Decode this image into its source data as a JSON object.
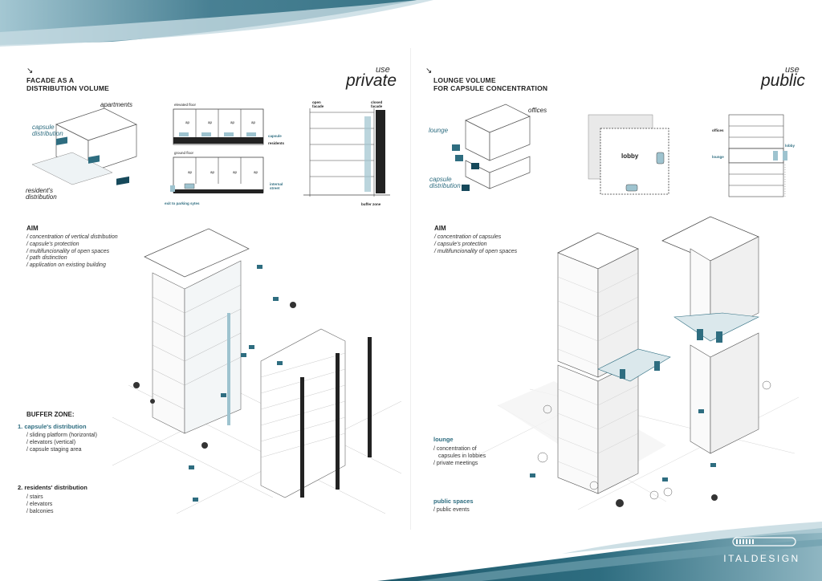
{
  "colors": {
    "teal": "#2e6d80",
    "dark_teal": "#16495b",
    "light_teal": "#9ec3cf",
    "gray": "#666666"
  },
  "left": {
    "section_title_line1": "FACADE AS A",
    "section_title_line2": "DISTRIBUTION VOLUME",
    "use_label": "use",
    "use_value": "private",
    "labels": {
      "apartments": "apartments",
      "capsule_distribution_1": "capsule",
      "capsule_distribution_2": "distribution",
      "residents_distribution_1": "resident's",
      "residents_distribution_2": "distribution"
    },
    "plan": {
      "elevated_floor": "elevated floor",
      "ground_floor": "ground floor",
      "ap": "ap",
      "capsule": "capsule",
      "residents": "residents",
      "internal_street_1": "internal",
      "internal_street_2": "street",
      "exit_parking": "exit to parking sytes"
    },
    "section": {
      "open_facade_1": "open",
      "open_facade_2": "facade",
      "closed_facade_1": "closed",
      "closed_facade_2": "facade",
      "buffer_zone": "buffer zone"
    },
    "aim_title": "AIM",
    "aim_items": [
      "/  concentration of vertical distribution",
      "/  capsule's protection",
      "/  multifuncionality of open spaces",
      "/  path distinction",
      "/  application on existing building"
    ],
    "buffer_zone_title": "BUFFER ZONE:",
    "capsules_title": "1. capsule's distribution",
    "capsules_items": [
      "/ sliding platform (horizontal)",
      "/ elevators (vertical)",
      "/ capsule staging area"
    ],
    "residents_title": "2. residents' distribution",
    "residents_items": [
      "/ stairs",
      "/ elevators",
      "/ balconies"
    ]
  },
  "right": {
    "section_title_line1": "LOUNGE VOLUME",
    "section_title_line2": "FOR CAPSULE CONCENTRATION",
    "use_label": "use",
    "use_value": "public",
    "labels": {
      "offices": "offices",
      "lounge": "lounge",
      "capsule_distribution_1": "capsule",
      "capsule_distribution_2": "distribution"
    },
    "plan": {
      "lobby": "lobby"
    },
    "section": {
      "offices": "offices",
      "lounge": "lounge",
      "lobby": "lobby"
    },
    "aim_title": "AIM",
    "aim_items": [
      "/  concentration of capsules",
      "/  capsule's protection",
      "/  multifuncionality of open spaces"
    ],
    "lounge_title": "lounge",
    "lounge_items": [
      "/ concentration of",
      "capsules in lobbies",
      "/ private meetings"
    ],
    "public_title": "public spaces",
    "public_items": [
      "/ public events"
    ]
  },
  "logo": "ITALDESIGN"
}
